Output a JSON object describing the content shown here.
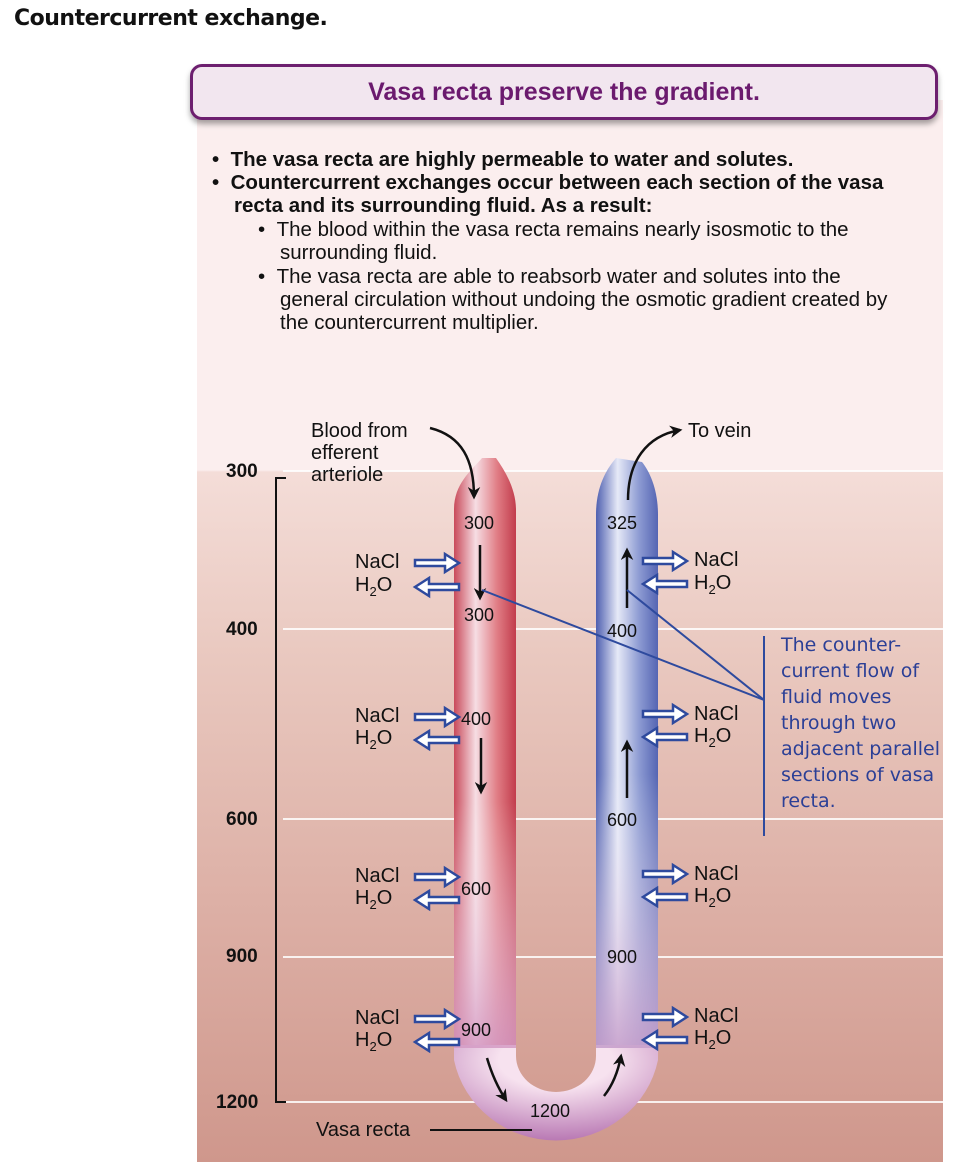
{
  "figure_title": "Countercurrent exchange.",
  "banner": {
    "title": "Vasa recta preserve the gradient."
  },
  "bullets": [
    {
      "text": "The vasa recta are highly permeable to water and solutes.",
      "level": 1
    },
    {
      "text": "Countercurrent exchanges occur between each section of the vasa recta and its surrounding fluid. As a result:",
      "level": 1
    },
    {
      "text": "The blood within the vasa recta remains nearly isosmotic to the surrounding fluid.",
      "level": 2
    },
    {
      "text": "The vasa recta are able to reabsorb water and solutes into the general circulation without undoing the osmotic gradient created by the countercurrent multiplier.",
      "level": 2
    }
  ],
  "scale": {
    "ticks": [
      "300",
      "400",
      "600",
      "900",
      "1200"
    ]
  },
  "labels": {
    "blood_from": "Blood from",
    "efferent": "efferent",
    "arteriole": "arteriole",
    "to_vein": "To vein",
    "vasa_recta": "Vasa recta",
    "nacl": "NaCl",
    "h2o_h": "H",
    "h2o_sub": "2",
    "h2o_o": "O"
  },
  "descending_values": [
    "300",
    "300",
    "400",
    "600",
    "900"
  ],
  "ascending_values": [
    "325",
    "400",
    "600",
    "900"
  ],
  "bottom_value": "1200",
  "note": "The counter-current flow of fluid moves through two adjacent parallel sections of vasa recta.",
  "colors": {
    "banner_border": "#6d1f6f",
    "banner_text": "#6b1a6e",
    "arrow_blue": "#2e4a9e",
    "note_text": "#2b3f96",
    "descending_red": "#c94a5a",
    "ascending_blue": "#5566b5"
  }
}
